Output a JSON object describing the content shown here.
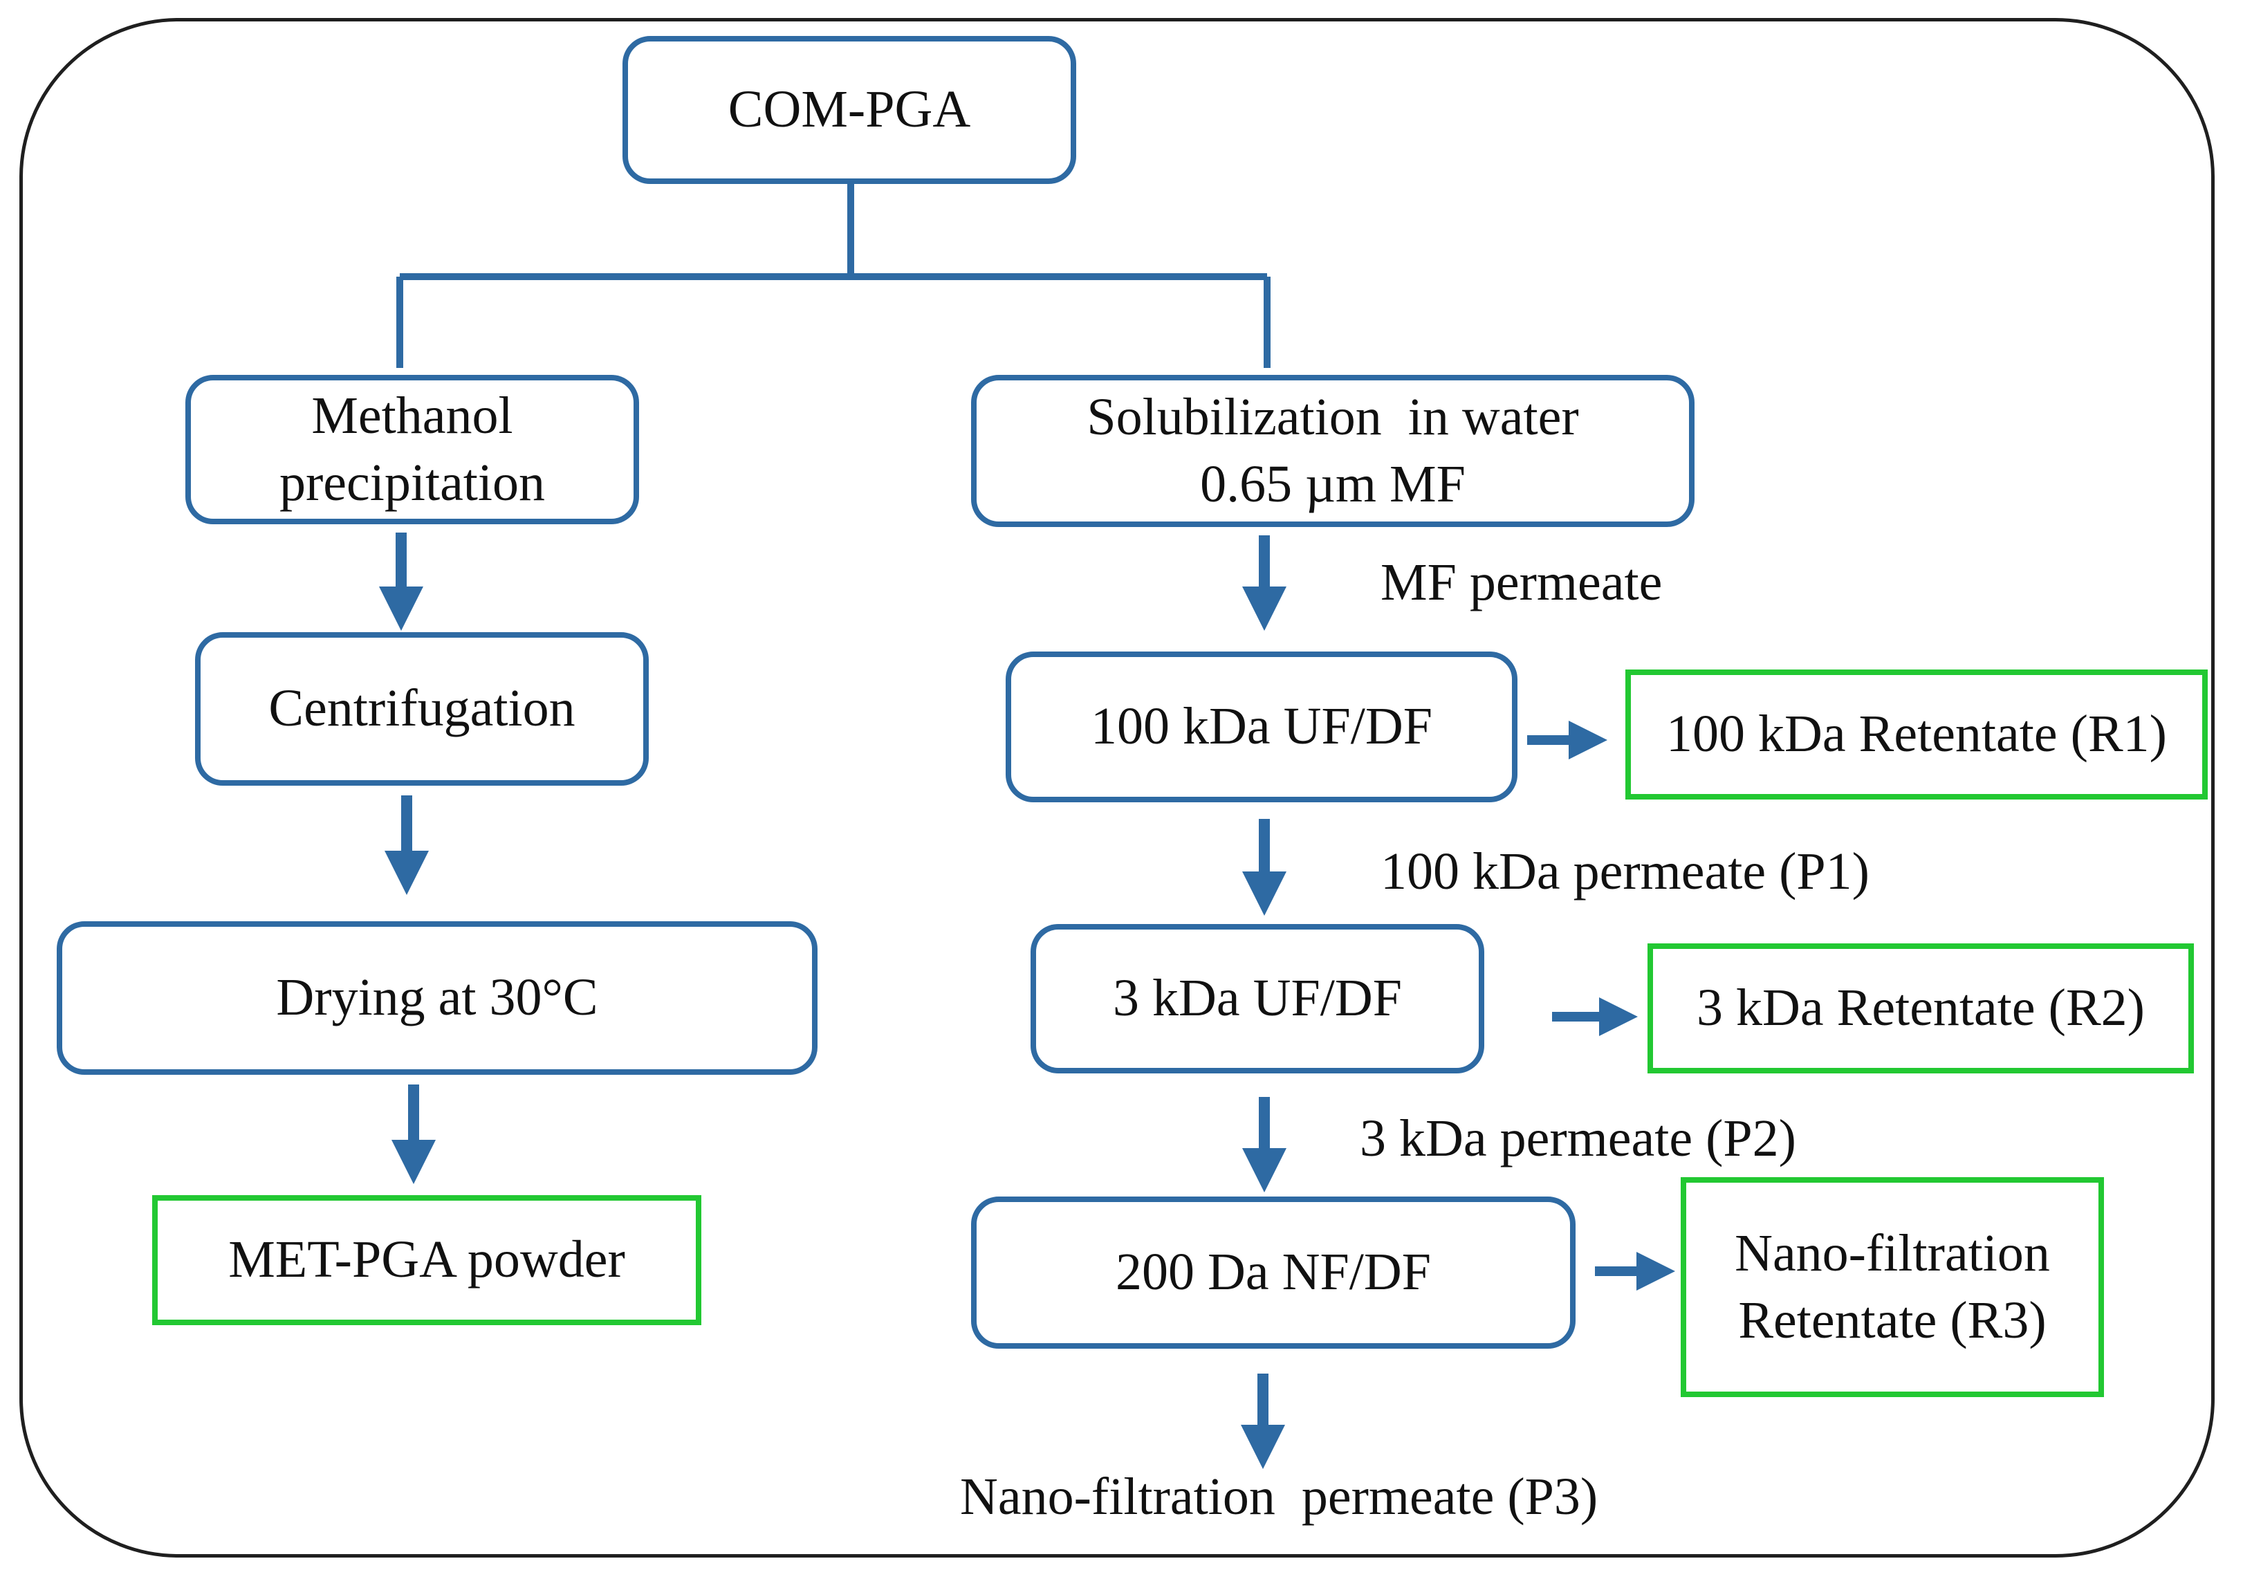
{
  "nodes": {
    "com_pga": "COM-PGA",
    "methanol_line1": "Methanol",
    "methanol_line2": "precipitation",
    "centrifugation": "Centrifugation",
    "drying": "Drying at 30°C",
    "met_pga": "MET-PGA powder",
    "solubilization_line1": "Solubilization  in water",
    "solubilization_line2": "0.65 µm MF",
    "uf100": "100 kDa UF/DF",
    "uf3": "3 kDa UF/DF",
    "nf200": "200 Da NF/DF",
    "r1": "100 kDa Retentate (R1)",
    "r2": "3 kDa Retentate (R2)",
    "r3_line1": "Nano-filtration",
    "r3_line2": "Retentate (R3)"
  },
  "edge_labels": {
    "mf_permeate": "MF permeate",
    "p1": "100 kDa permeate (P1)",
    "p2": "3 kDa permeate (P2)",
    "p3": "Nano-filtration  permeate (P3)"
  },
  "colors": {
    "process_box_border": "#2e6aa3",
    "product_box_border": "#22c832",
    "arrow": "#2e6aa3",
    "frame": "#1f1f1f"
  }
}
